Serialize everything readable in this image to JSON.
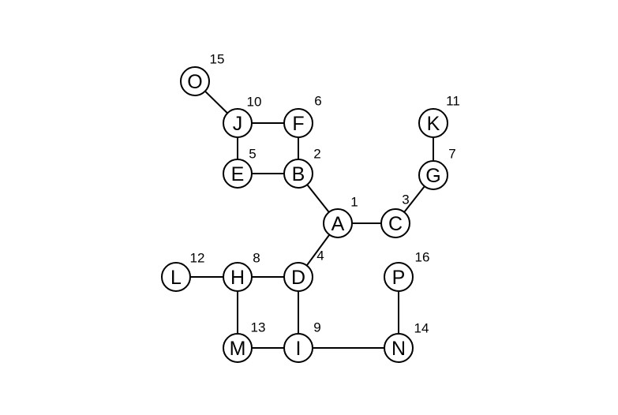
{
  "graph": {
    "nodes": [
      {
        "id": "A",
        "label": "A",
        "order": "1"
      },
      {
        "id": "B",
        "label": "B",
        "order": "2"
      },
      {
        "id": "C",
        "label": "C",
        "order": "3"
      },
      {
        "id": "D",
        "label": "D",
        "order": "4"
      },
      {
        "id": "E",
        "label": "E",
        "order": "5"
      },
      {
        "id": "F",
        "label": "F",
        "order": "6"
      },
      {
        "id": "G",
        "label": "G",
        "order": "7"
      },
      {
        "id": "H",
        "label": "H",
        "order": "8"
      },
      {
        "id": "I",
        "label": "I",
        "order": "9"
      },
      {
        "id": "J",
        "label": "J",
        "order": "10"
      },
      {
        "id": "K",
        "label": "K",
        "order": "11"
      },
      {
        "id": "L",
        "label": "L",
        "order": "12"
      },
      {
        "id": "M",
        "label": "M",
        "order": "13"
      },
      {
        "id": "N",
        "label": "N",
        "order": "14"
      },
      {
        "id": "O",
        "label": "O",
        "order": "15"
      },
      {
        "id": "P",
        "label": "P",
        "order": "16"
      }
    ],
    "edges": [
      [
        "A",
        "B"
      ],
      [
        "A",
        "C"
      ],
      [
        "A",
        "D"
      ],
      [
        "B",
        "E"
      ],
      [
        "B",
        "F"
      ],
      [
        "E",
        "J"
      ],
      [
        "F",
        "J"
      ],
      [
        "J",
        "O"
      ],
      [
        "C",
        "G"
      ],
      [
        "G",
        "K"
      ],
      [
        "D",
        "H"
      ],
      [
        "D",
        "I"
      ],
      [
        "H",
        "L"
      ],
      [
        "H",
        "M"
      ],
      [
        "M",
        "I"
      ],
      [
        "I",
        "N"
      ],
      [
        "N",
        "P"
      ]
    ]
  }
}
